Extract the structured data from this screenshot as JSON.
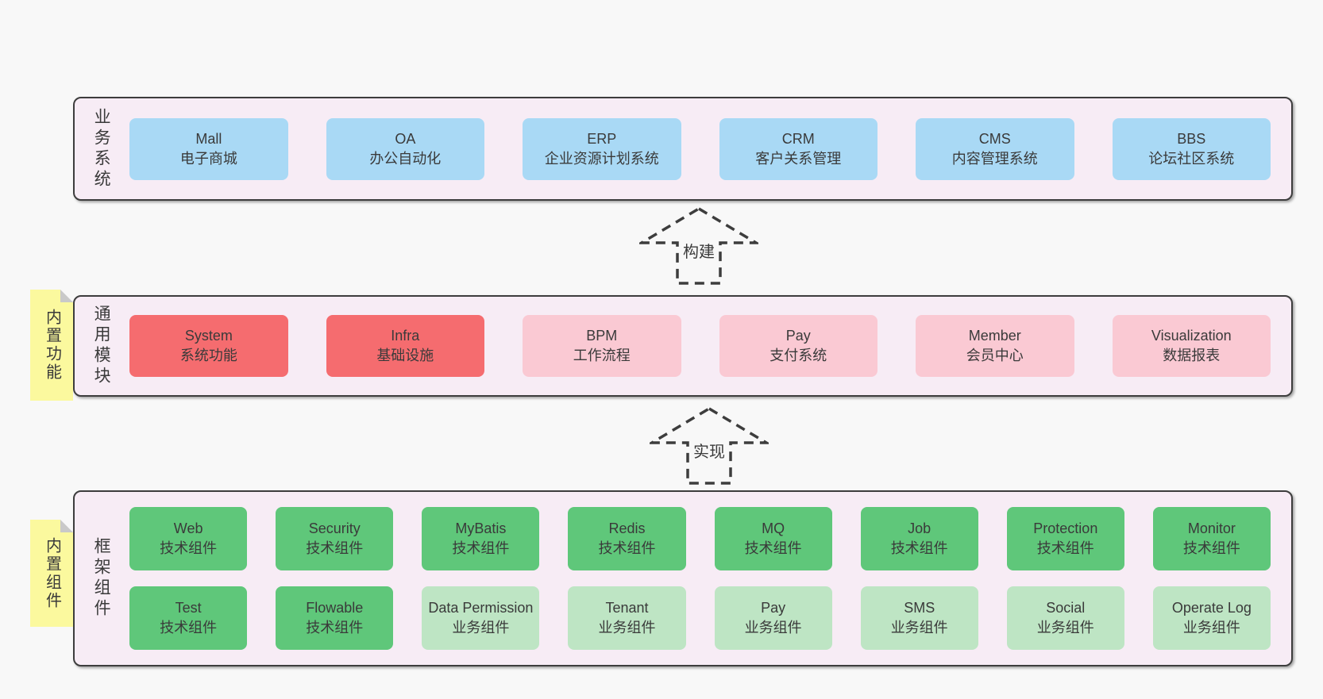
{
  "colors": {
    "page_bg": "#f8f8f8",
    "container_bg": "#f7ecf5",
    "container_border": "#3d3d3d",
    "text": "#3a3a3a",
    "blue": "#a9d9f5",
    "red": "#f56c6f",
    "pink": "#fac9d3",
    "green": "#5fc77a",
    "light_green": "#bee5c4",
    "yellow": "#fbf99e",
    "fold": "#c9c9c9"
  },
  "sections": {
    "business": {
      "label": "业务系统",
      "boxes": [
        {
          "en": "Mall",
          "zh": "电子商城",
          "variant": "blue"
        },
        {
          "en": "OA",
          "zh": "办公自动化",
          "variant": "blue"
        },
        {
          "en": "ERP",
          "zh": "企业资源计划系统",
          "variant": "blue"
        },
        {
          "en": "CRM",
          "zh": "客户关系管理",
          "variant": "blue"
        },
        {
          "en": "CMS",
          "zh": "内容管理系统",
          "variant": "blue"
        },
        {
          "en": "BBS",
          "zh": "论坛社区系统",
          "variant": "blue"
        }
      ]
    },
    "arrow_build": {
      "label": "构建"
    },
    "modules": {
      "label": "通用模块",
      "note": "内置功能",
      "boxes": [
        {
          "en": "System",
          "zh": "系统功能",
          "variant": "red"
        },
        {
          "en": "Infra",
          "zh": "基础设施",
          "variant": "red"
        },
        {
          "en": "BPM",
          "zh": "工作流程",
          "variant": "pink"
        },
        {
          "en": "Pay",
          "zh": "支付系统",
          "variant": "pink"
        },
        {
          "en": "Member",
          "zh": "会员中心",
          "variant": "pink"
        },
        {
          "en": "Visualization",
          "zh": "数据报表",
          "variant": "pink"
        }
      ]
    },
    "arrow_implement": {
      "label": "实现"
    },
    "framework": {
      "label": "框架组件",
      "note": "内置组件",
      "rows": [
        [
          {
            "en": "Web",
            "zh": "技术组件",
            "variant": "green"
          },
          {
            "en": "Security",
            "zh": "技术组件",
            "variant": "green"
          },
          {
            "en": "MyBatis",
            "zh": "技术组件",
            "variant": "green"
          },
          {
            "en": "Redis",
            "zh": "技术组件",
            "variant": "green"
          },
          {
            "en": "MQ",
            "zh": "技术组件",
            "variant": "green"
          },
          {
            "en": "Job",
            "zh": "技术组件",
            "variant": "green"
          },
          {
            "en": "Protection",
            "zh": "技术组件",
            "variant": "green"
          },
          {
            "en": "Monitor",
            "zh": "技术组件",
            "variant": "green"
          }
        ],
        [
          {
            "en": "Test",
            "zh": "技术组件",
            "variant": "green"
          },
          {
            "en": "Flowable",
            "zh": "技术组件",
            "variant": "green"
          },
          {
            "en": "Data Permission",
            "zh": "业务组件",
            "variant": "light-green"
          },
          {
            "en": "Tenant",
            "zh": "业务组件",
            "variant": "light-green"
          },
          {
            "en": "Pay",
            "zh": "业务组件",
            "variant": "light-green"
          },
          {
            "en": "SMS",
            "zh": "业务组件",
            "variant": "light-green"
          },
          {
            "en": "Social",
            "zh": "业务组件",
            "variant": "light-green"
          },
          {
            "en": "Operate Log",
            "zh": "业务组件",
            "variant": "light-green"
          }
        ]
      ]
    }
  }
}
